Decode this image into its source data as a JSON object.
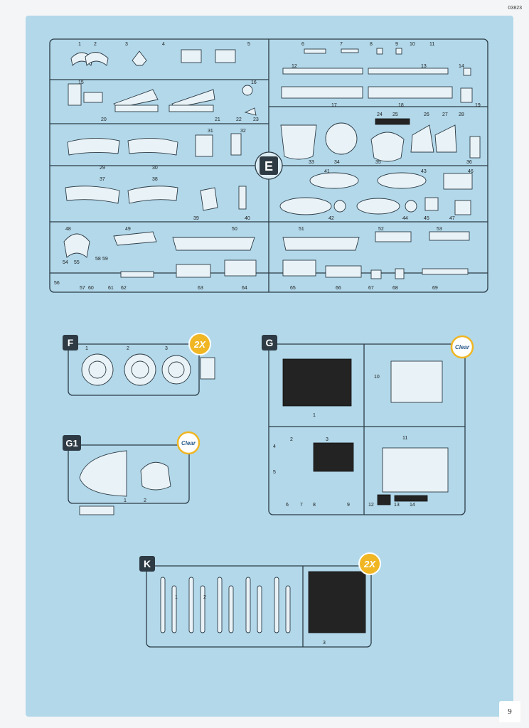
{
  "document": {
    "doc_number": "03823",
    "page_number": "9"
  },
  "sprues": {
    "E": {
      "letter": "E",
      "part_numbers": [
        "1",
        "2",
        "3",
        "4",
        "5",
        "6",
        "7",
        "8",
        "9",
        "10",
        "11",
        "12",
        "13",
        "14",
        "15",
        "16",
        "17",
        "18",
        "19",
        "20",
        "21",
        "22",
        "23",
        "24",
        "25",
        "26",
        "27",
        "28",
        "29",
        "30",
        "31",
        "32",
        "33",
        "34",
        "35",
        "36",
        "37",
        "38",
        "39",
        "40",
        "41",
        "42",
        "43",
        "44",
        "45",
        "46",
        "47",
        "48",
        "49",
        "50",
        "51",
        "52",
        "53",
        "54",
        "55",
        "56",
        "57",
        "58",
        "59",
        "60",
        "61",
        "62",
        "63",
        "64",
        "65",
        "66",
        "67",
        "68",
        "69"
      ]
    },
    "F": {
      "letter": "F",
      "badge": "2X",
      "part_numbers": [
        "1",
        "2",
        "3"
      ]
    },
    "G": {
      "letter": "G",
      "badge": "Clear",
      "part_numbers": [
        "1",
        "2",
        "3",
        "4",
        "5",
        "6",
        "7",
        "8",
        "9",
        "10",
        "11",
        "12",
        "13",
        "14"
      ]
    },
    "G1": {
      "letter": "G1",
      "badge": "Clear",
      "part_numbers": [
        "1",
        "2"
      ]
    },
    "K": {
      "letter": "K",
      "badge": "2X",
      "part_numbers": [
        "1",
        "2",
        "3"
      ]
    }
  }
}
